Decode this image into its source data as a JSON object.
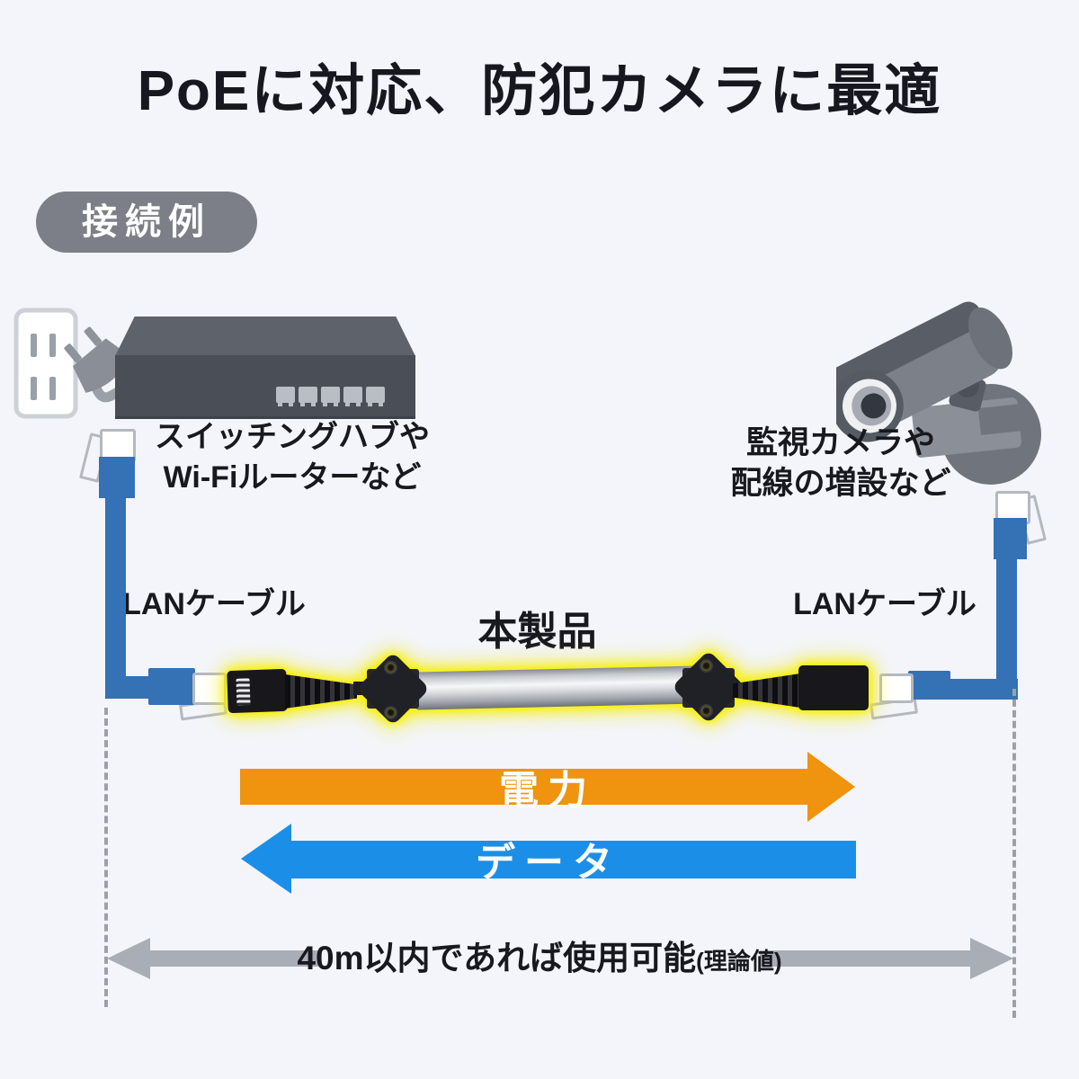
{
  "title": "PoEに対応、防犯カメラに最適",
  "badge": {
    "label": "接続例"
  },
  "hub": {
    "caption_line1": "スイッチングハブや",
    "caption_line2": "Wi-Fiルーターなど"
  },
  "camera": {
    "caption_line1": "監視カメラや",
    "caption_line2": "配線の増設など"
  },
  "cables": {
    "left_label": "LANケーブル",
    "right_label": "LANケーブル"
  },
  "product": {
    "label": "本製品"
  },
  "arrows": {
    "power": {
      "label": "電力",
      "direction": "right",
      "color": "#f0930f"
    },
    "data": {
      "label": "データ",
      "direction": "left",
      "color": "#1b8fe8"
    }
  },
  "range": {
    "label": "40m以内であれば使用可能",
    "note": "(理論値)"
  },
  "icons": [
    "power-outlet-icon",
    "power-plug-icon",
    "switching-hub-icon",
    "security-camera-icon",
    "rj45-plug-icon",
    "poe-extender-icon"
  ],
  "colors": {
    "background": "#f3f5fa",
    "text_dark": "#17171f",
    "badge_gray": "#7c7f88",
    "cable_blue": "#3471b5",
    "glow_yellow": "#f8f000",
    "power_orange": "#f0930f",
    "data_blue": "#1b8fe8",
    "measure_gray": "#a9adb5"
  }
}
